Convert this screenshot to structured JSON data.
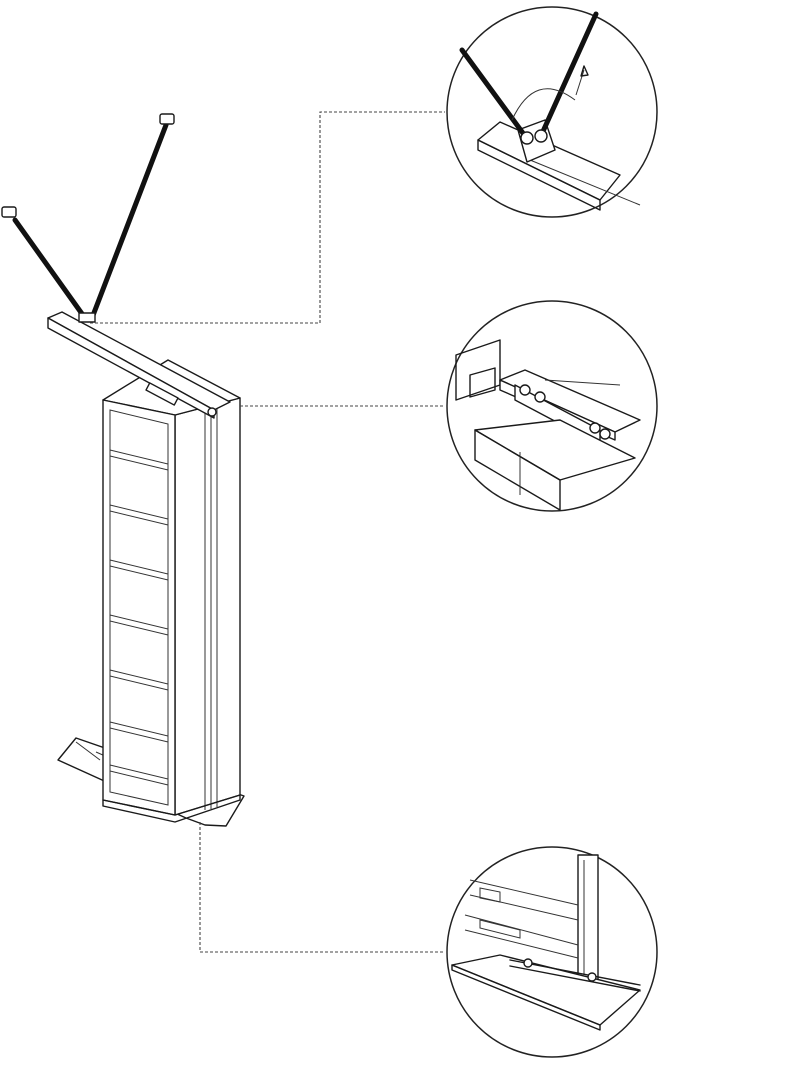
{
  "diagram": {
    "type": "assembly-illustration",
    "subject": "",
    "components": [
      {
        "id": "tall-cabinet",
        "shelf_count": 7
      },
      {
        "id": "top-rail"
      },
      {
        "id": "tie-rods",
        "count": 2
      },
      {
        "id": "base-plate"
      }
    ],
    "detail_views": [
      {
        "id": "detail-top-anchor"
      },
      {
        "id": "detail-rail-bracket"
      },
      {
        "id": "detail-floor-track"
      }
    ],
    "colors": {
      "line": "#1a1a1a",
      "background": "#ffffff",
      "leader": "#444444"
    }
  }
}
